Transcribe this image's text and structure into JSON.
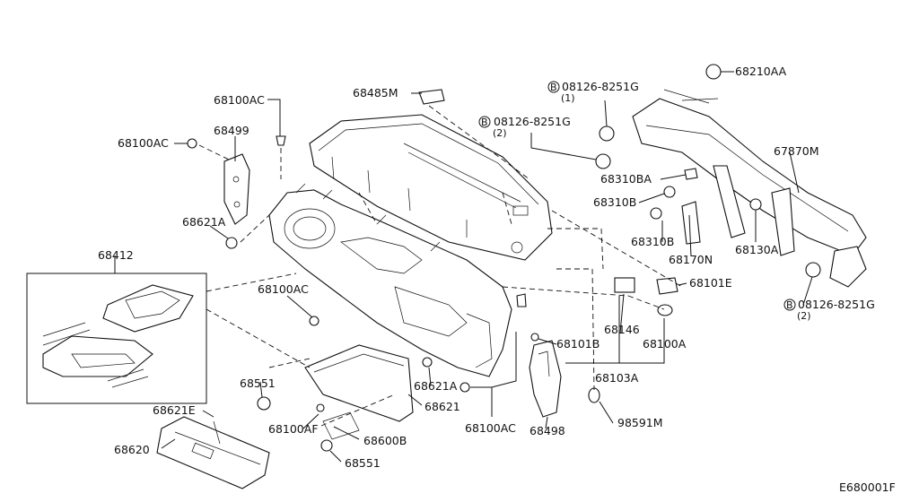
{
  "diagram_id": "E680001F",
  "labels": {
    "p68485M": "68485M",
    "p68100AC_a": "68100AC",
    "p68100AC_b": "68100AC",
    "p68100AC_c": "68100AC",
    "p68100AC_d": "68100AC",
    "p68499": "68499",
    "p68621A_a": "68621A",
    "p68621A_b": "68621A",
    "p68412": "68412",
    "p68551_a": "68551",
    "p68551_b": "68551",
    "p68621E": "68621E",
    "p68620": "68620",
    "p68100AF": "68100AF",
    "p68600B": "68600B",
    "p68621": "68621",
    "p68498": "68498",
    "p98591M": "98591M",
    "p68101B": "68101B",
    "p68103A": "68103A",
    "p68146": "68146",
    "p68100A": "68100A",
    "p68101E": "68101E",
    "p68170N": "68170N",
    "p68310B_a": "68310B",
    "p68310B_b": "68310B",
    "p68310BA": "68310BA",
    "p68130A": "68130A",
    "p67870M": "67870M",
    "p68210AA": "68210AA",
    "bolt1_code": "08126-8251G",
    "bolt1_qty": "(1)",
    "bolt2_code": "08126-8251G",
    "bolt2_qty": "(2)",
    "bolt3_code": "08126-8251G",
    "bolt3_qty": "(2)",
    "bolt_marker": "B"
  }
}
